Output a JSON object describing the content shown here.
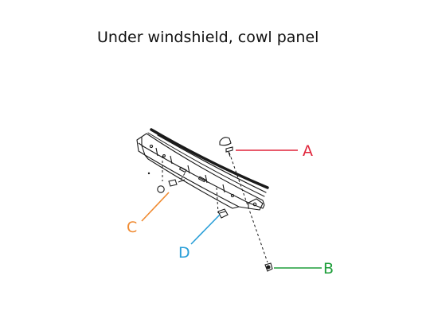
{
  "title": "Under windshield, cowl panel",
  "callouts": [
    {
      "label": "A",
      "color": "#e0243a"
    },
    {
      "label": "B",
      "color": "#1e9e3a"
    },
    {
      "label": "C",
      "color": "#f08a30"
    },
    {
      "label": "D",
      "color": "#2a9fd8"
    }
  ],
  "colors": {
    "drawing": "#1a1a1a",
    "background": "#ffffff"
  }
}
